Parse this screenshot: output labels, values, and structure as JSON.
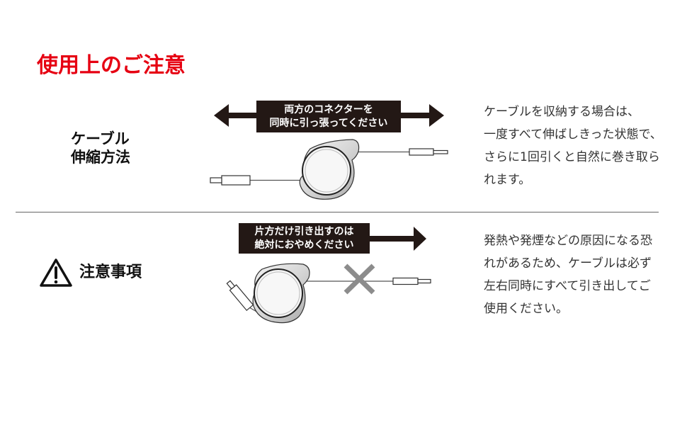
{
  "title": "使用上のご注意",
  "colors": {
    "title": "#e60012",
    "text": "#333333",
    "label_bg": "#231815",
    "cross": "#8c8c8c",
    "housing": "#dcdcdc"
  },
  "section_stretch": {
    "heading_lines": [
      "ケーブル",
      "伸縮方法"
    ],
    "arrow_icon": "double-arrow-icon",
    "arrow_label_lines": [
      "両方のコネクターを",
      "同時に引っ張ってください"
    ],
    "description_lines": [
      "ケーブルを収納する場合は、",
      "一度すべて伸ばしきった状態で、",
      "さらに1回引くと自然に巻き取ら",
      "れます。"
    ]
  },
  "section_caution": {
    "icon": "warning-icon",
    "heading": "注意事項",
    "arrow_icon": "right-arrow-icon",
    "arrow_label_lines": [
      "片方だけ引き出すのは",
      "絶対におやめください"
    ],
    "prohibited_icon": "cross-icon",
    "description_lines": [
      "発熱や発煙などの原因になる恐",
      "れがあるため、ケーブルは必ず",
      "左右同時にすべて引き出してご",
      "使用ください。"
    ]
  }
}
